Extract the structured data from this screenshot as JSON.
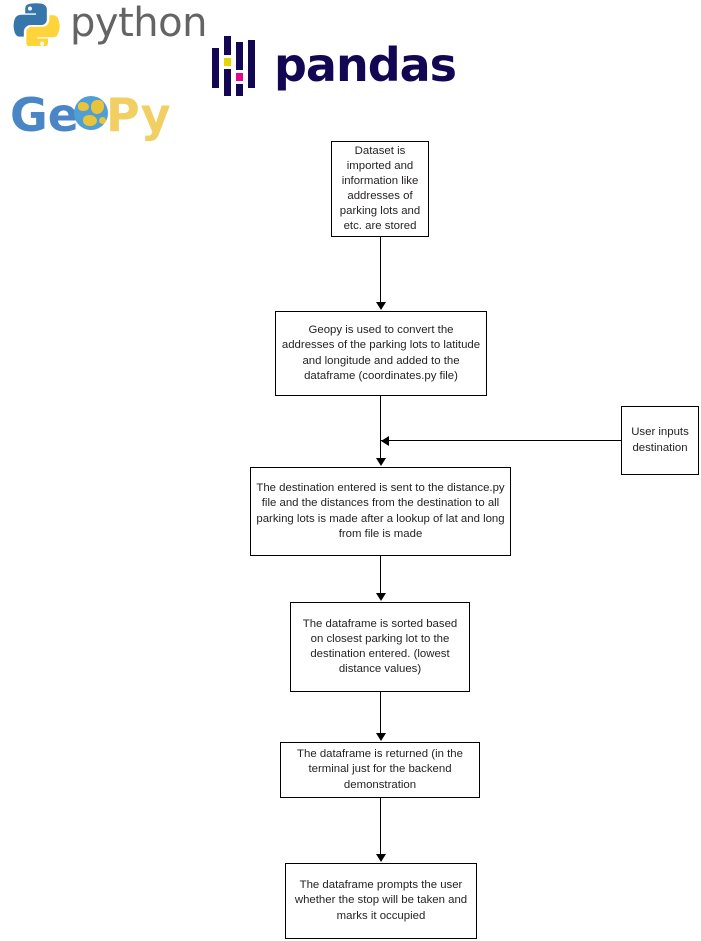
{
  "logos": [
    {
      "name": "python-logo",
      "text": "python"
    },
    {
      "name": "pandas-logo",
      "text": "pandas"
    },
    {
      "name": "geopy-logo",
      "text_a": "Ge",
      "text_b": "Py"
    }
  ],
  "colors": {
    "python_blue": "#3776ab",
    "python_yellow": "#ffd43b",
    "python_text_gray": "#646464",
    "geopy_blue": "#4a86c5",
    "geopy_yellow": "#f2cf63",
    "pandas_navy": "#130754",
    "pandas_yellow": "#e6d600",
    "pandas_magenta": "#e70488",
    "node_border": "#000000",
    "node_fill": "#ffffff",
    "text": "#231f20"
  },
  "flowchart": {
    "nodes": [
      {
        "id": "dataset-import",
        "label": "Dataset is imported and information like addresses of parking lots and etc. are stored"
      },
      {
        "id": "geopy-convert",
        "label": "Geopy is used to convert the addresses of the parking lots to latitude and longitude and added to the dataframe (coordinates.py file)"
      },
      {
        "id": "user-input",
        "label": "User inputs destination"
      },
      {
        "id": "distance-calc",
        "label": "The destination entered is sent to the distance.py file and the distances from the destination to all parking lots is made after a lookup of lat and long from file is made"
      },
      {
        "id": "sort-dataframe",
        "label": "The dataframe is sorted based on closest parking lot to the destination entered. (lowest distance values)"
      },
      {
        "id": "return-dataframe",
        "label": "The dataframe is returned (in the terminal just for the backend demonstration"
      },
      {
        "id": "prompt-user",
        "label": "The dataframe prompts the user whether the stop will be taken and marks it occupied"
      }
    ]
  }
}
